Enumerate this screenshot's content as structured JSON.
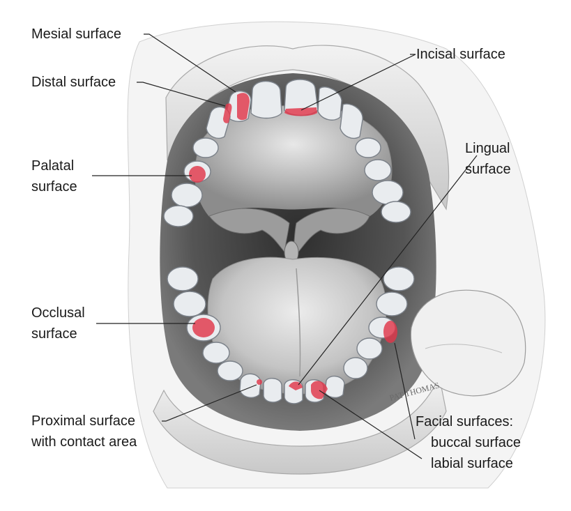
{
  "labels": {
    "mesial": "Mesial surface",
    "distal": "Distal surface",
    "palatal": [
      "Palatal",
      "surface"
    ],
    "occlusal": [
      "Occlusal",
      "surface"
    ],
    "proximal": [
      "Proximal surface",
      "with contact area"
    ],
    "incisal": "Incisal surface",
    "lingual": [
      "Lingual",
      "surface"
    ],
    "facial": [
      "Facial surfaces:",
      "buccal surface",
      "labial surface"
    ]
  },
  "colors": {
    "highlight": "#e0374a",
    "tooth": "#e9ecef",
    "mouth_cavity": "#4a4a4a",
    "tongue": "#c9c9c9",
    "lips": "#d9d9d9"
  },
  "signature": "PAT THOMAS"
}
